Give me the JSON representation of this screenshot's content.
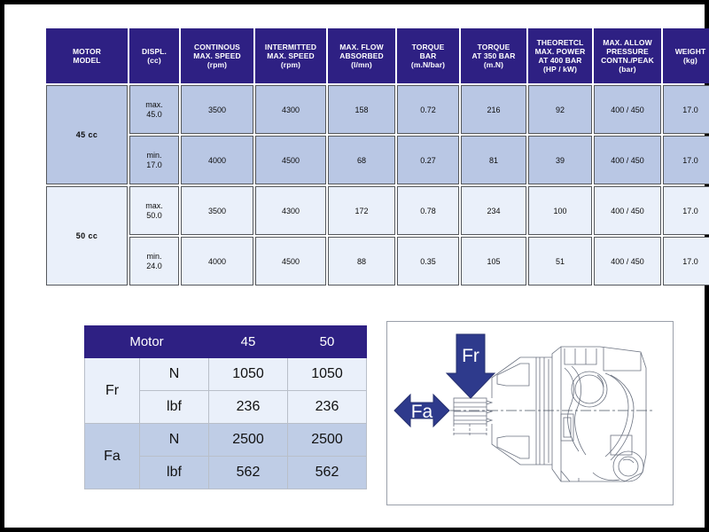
{
  "spec_table": {
    "headers": [
      "MOTOR\nMODEL",
      "DISPL.\n(cc)",
      "CONTINOUS\nMAX. SPEED\n(rpm)",
      "INTERMITTED\nMAX. SPEED\n(rpm)",
      "MAX. FLOW\nABSORBED\n(l/mn)",
      "TORQUE\nBAR\n(m.N/bar)",
      "TORQUE\nAT 350 BAR\n(m.N)",
      "THEORETCL\nMAX. POWER\nAT 400 BAR\n(HP / kW)",
      "MAX. ALLOW\nPRESSURE\nCONTN./PEAK\n(bar)",
      "WEIGHT\n(kg)"
    ],
    "header_lines": [
      [
        "MOTOR",
        "MODEL"
      ],
      [
        "DISPL.",
        "(cc)"
      ],
      [
        "CONTINOUS",
        "MAX. SPEED",
        "(rpm)"
      ],
      [
        "INTERMITTED",
        "MAX. SPEED",
        "(rpm)"
      ],
      [
        "MAX. FLOW",
        "ABSORBED",
        "(l/mn)"
      ],
      [
        "TORQUE",
        "BAR",
        "(m.N/bar)"
      ],
      [
        "TORQUE",
        "AT 350 BAR",
        "(m.N)"
      ],
      [
        "THEORETCL",
        "MAX. POWER",
        "AT 400 BAR",
        "(HP / kW)"
      ],
      [
        "MAX. ALLOW",
        "PRESSURE",
        "CONTN./PEAK",
        "(bar)"
      ],
      [
        "WEIGHT",
        "(kg)"
      ]
    ],
    "groups": [
      {
        "model": "45 cc",
        "rows": [
          {
            "displ_label": "max.",
            "displ_value": "45.0",
            "continuous_max_speed": "3500",
            "intermitted_max_speed": "4300",
            "max_flow_absorbed": "158",
            "torque_bar": "0.72",
            "torque_350bar": "216",
            "max_power_400bar": "92",
            "max_allow_pressure": "400 / 450",
            "weight": "17.0"
          },
          {
            "displ_label": "min.",
            "displ_value": "17.0",
            "continuous_max_speed": "4000",
            "intermitted_max_speed": "4500",
            "max_flow_absorbed": "68",
            "torque_bar": "0.27",
            "torque_350bar": "81",
            "max_power_400bar": "39",
            "max_allow_pressure": "400 / 450",
            "weight": "17.0"
          }
        ]
      },
      {
        "model": "50 cc",
        "rows": [
          {
            "displ_label": "max.",
            "displ_value": "50.0",
            "continuous_max_speed": "3500",
            "intermitted_max_speed": "4300",
            "max_flow_absorbed": "172",
            "torque_bar": "0.78",
            "torque_350bar": "234",
            "max_power_400bar": "100",
            "max_allow_pressure": "400 / 450",
            "weight": "17.0"
          },
          {
            "displ_label": "min.",
            "displ_value": "24.0",
            "continuous_max_speed": "4000",
            "intermitted_max_speed": "4500",
            "max_flow_absorbed": "88",
            "torque_bar": "0.35",
            "torque_350bar": "105",
            "max_power_400bar": "51",
            "max_allow_pressure": "400 / 450",
            "weight": "17.0"
          }
        ]
      }
    ]
  },
  "force_table": {
    "header_motor": "Motor",
    "col_45": "45",
    "col_50": "50",
    "groups": [
      {
        "name": "Fr",
        "rows": [
          {
            "unit": "N",
            "v45": "1050",
            "v50": "1050"
          },
          {
            "unit": "lbf",
            "v45": "236",
            "v50": "236"
          }
        ]
      },
      {
        "name": "Fa",
        "rows": [
          {
            "unit": "N",
            "v45": "2500",
            "v50": "2500"
          },
          {
            "unit": "lbf",
            "v45": "562",
            "v50": "562"
          }
        ]
      }
    ]
  },
  "diagram": {
    "radial_force_label": "Fr",
    "axial_force_label": "Fa"
  },
  "colors": {
    "header_navy": "#2E2083",
    "group_45_tint": "#b9c7e4",
    "group_50_tint": "#eaf0fa",
    "fa_tint": "#bfcde6",
    "arrow_blue": "#2E3A8C",
    "drawing_line": "#6b7280",
    "frame_black": "#000000"
  }
}
